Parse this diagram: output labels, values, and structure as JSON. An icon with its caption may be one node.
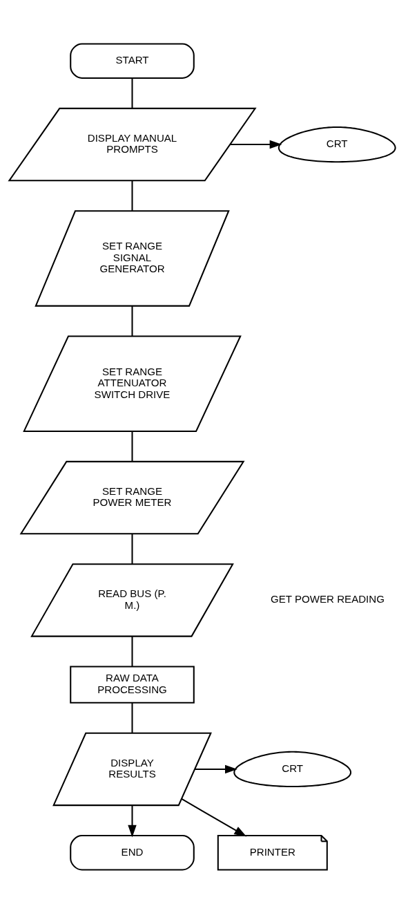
{
  "diagram": {
    "nodes": [
      {
        "text": [
          "START"
        ]
      },
      {
        "text": [
          "DISPLAY MANUAL PROMPTS"
        ]
      },
      {
        "text": [
          "CRT"
        ]
      },
      {
        "text": [
          "SET RANGE SIGNAL GENERATOR"
        ]
      },
      {
        "text": [
          "SET RANGE ATTENUATOR SWITCH DRIVE"
        ]
      },
      {
        "text": [
          "SET RANGE POWER METER"
        ]
      },
      {
        "text": [
          "READ BUS (P. M.)"
        ],
        "beside": [
          "GET POWER READING"
        ]
      },
      {
        "text": [
          "RAW DATA PROCESSING"
        ]
      },
      {
        "text": [
          "DISPLAY RESULTS"
        ]
      },
      {
        "text": [
          "CRT"
        ]
      },
      {
        "text": [
          "PRINTER"
        ]
      },
      {
        "text": [
          "END"
        ]
      }
    ],
    "edges": [
      {
        "from": 0,
        "to": 1,
        "arrow": "none"
      },
      {
        "from": 1,
        "to": 2,
        "arrow": "to"
      },
      {
        "from": 1,
        "to": 3,
        "arrow": "none"
      },
      {
        "from": 3,
        "to": 4,
        "arrow": "none"
      },
      {
        "from": 4,
        "to": 5,
        "arrow": "none"
      },
      {
        "from": 5,
        "to": 6,
        "arrow": "none"
      },
      {
        "from": 6,
        "to": 7,
        "arrow": "none"
      },
      {
        "from": 7,
        "to": 8,
        "arrow": "none"
      },
      {
        "from": 8,
        "to": 9,
        "arrow": "to"
      },
      {
        "from": 8,
        "to": 10,
        "arrow": "to"
      },
      {
        "from": 8,
        "to": 11,
        "arrow": "to"
      }
    ]
  }
}
